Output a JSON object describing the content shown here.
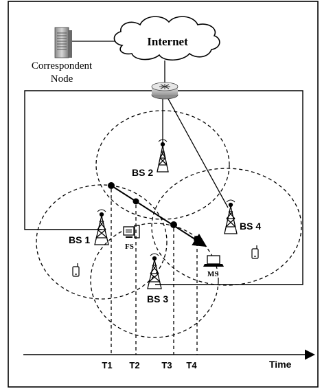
{
  "title_cloud": "Internet",
  "correspondent": {
    "line1": "Correspondent",
    "line2": "Node"
  },
  "base_stations": [
    "BS 1",
    "BS 2",
    "BS 3",
    "BS 4"
  ],
  "fs_label": "FS",
  "ms_label": "MS",
  "timeline": {
    "ticks": [
      "T1",
      "T2",
      "T3",
      "T4"
    ],
    "axis_label": "Time"
  }
}
